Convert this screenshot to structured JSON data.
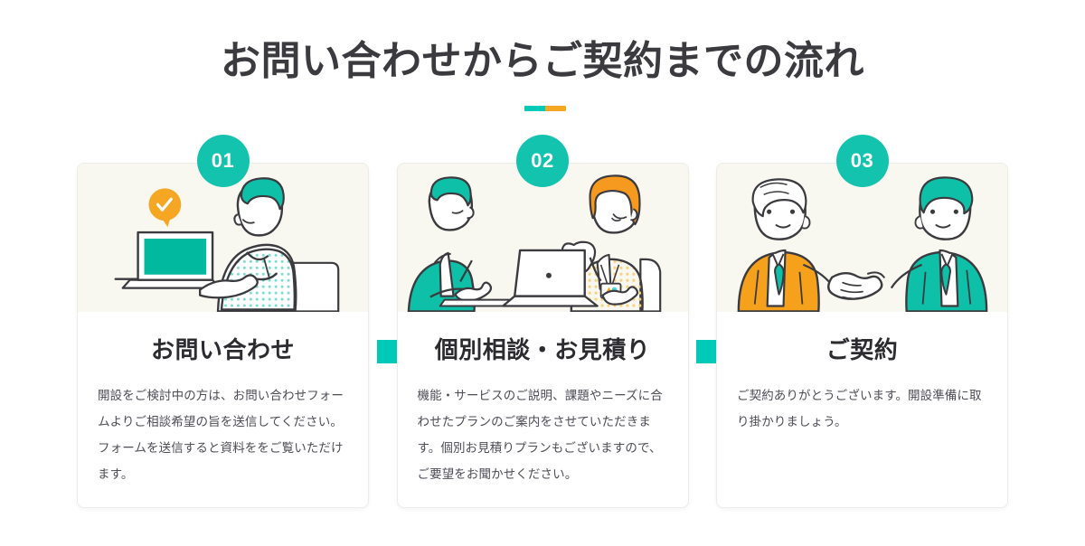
{
  "section": {
    "title": "お問い合わせからご契約までの流れ",
    "divider": {
      "left_color": "#00c9b7",
      "right_color": "#f5a623"
    }
  },
  "theme": {
    "accent_teal": "#14c3ae",
    "accent_orange": "#f5a623",
    "illustration_bg": "#f8f7f0",
    "card_bg": "#ffffff",
    "card_border": "#ececea",
    "title_color": "#2c2c30",
    "body_color": "#4d4d55"
  },
  "steps": [
    {
      "number": "01",
      "title": "お問い合わせ",
      "text": "開設をご検討中の方は、お問い合わせフォームよりご相談希望の旨を送信してください。フォームを送信すると資料ををご覧いただけます。",
      "illustration": "person-at-laptop-with-check-bubble-illustration"
    },
    {
      "number": "02",
      "title": "個別相談・お見積り",
      "text": "機能・サービスのご説明、課題やニーズに合わせたプランのご案内をさせていただきます。個別お見積りプランもございますので、ご要望をお聞かせください。",
      "illustration": "two-people-consultation-meeting-illustration"
    },
    {
      "number": "03",
      "title": "ご契約",
      "text": "ご契約ありがとうございます。開設準備に取り掛かりましょう。",
      "illustration": "handshake-between-two-businessmen-illustration"
    }
  ],
  "connectors": [
    {
      "name": "step-1-to-2-connector"
    },
    {
      "name": "step-2-to-3-connector"
    }
  ]
}
